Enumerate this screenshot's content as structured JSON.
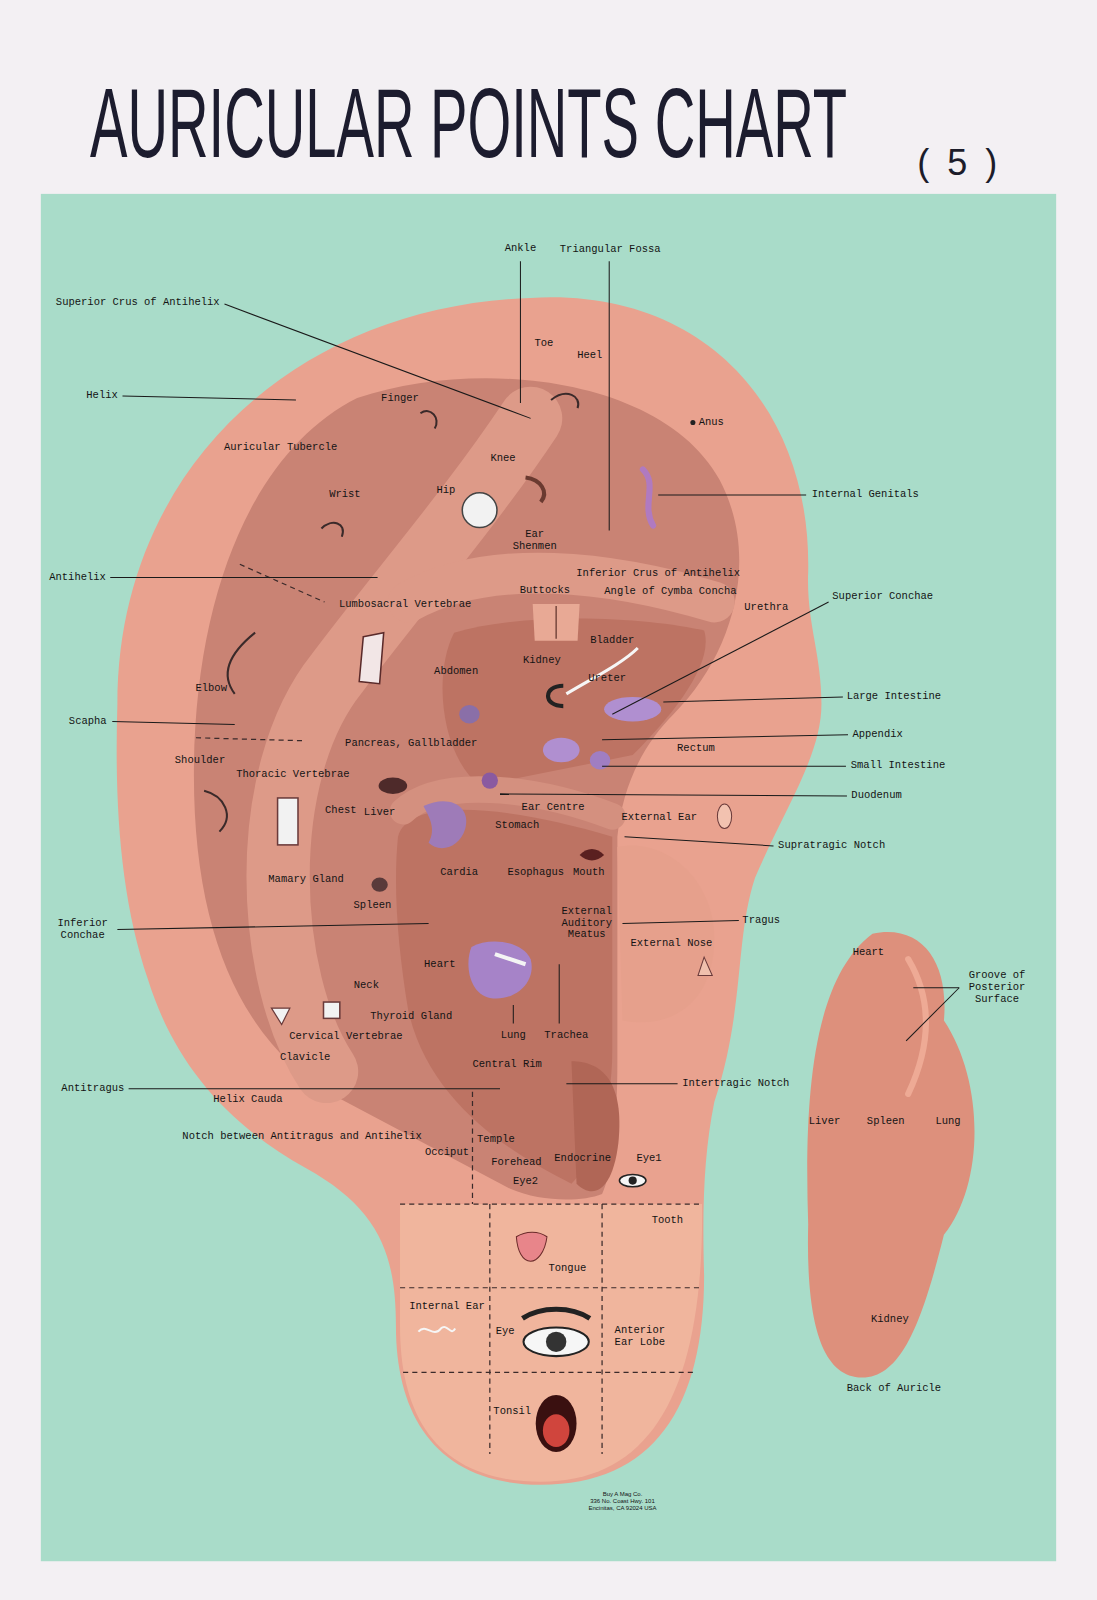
{
  "diagram": {
    "title": "AURICULAR POINTS CHART",
    "labels": [
      "( 5 )",
      "Ankle",
      "Triangular Fossa",
      "Superior Crus of Antihelix",
      "Toe",
      "Heel",
      "Helix",
      "Finger",
      "Anus",
      "Auricular Tubercle",
      "Knee",
      "Internal Genitals",
      "Wrist",
      "Hip",
      "Ear Shenmen",
      "Antihelix",
      "Buttocks",
      "Inferior Crus of Antihelix",
      "Angle of Cymba Concha",
      "Superior Conchae",
      "Lumbosacral Vertebrae",
      "Urethra",
      "Bladder",
      "Kidney",
      "Abdomen",
      "Elbow",
      "Ureter",
      "Large Intestine",
      "Scapha",
      "Pancreas, Gallbladder",
      "Appendix",
      "Rectum",
      "Small Intestine",
      "Shoulder",
      "Thoracic Vertebrae",
      "Duodenum",
      "Chest",
      "Liver",
      "Ear Centre",
      "Stomach",
      "External Ear",
      "Supratragic Notch",
      "Mamary Gland",
      "Cardia",
      "Esophagus",
      "Mouth",
      "Spleen",
      "External Auditory Meatus",
      "Tragus",
      "Inferior Conchae",
      "External Nose",
      "Heart",
      "Neck",
      "Thyroid Gland",
      "Cervical Vertebrae",
      "Clavicle",
      "Lung",
      "Trachea",
      "Central Rim",
      "Intertragic Notch",
      "Antitragus",
      "Helix Cauda",
      "Notch between Antitragus and Antihelix",
      "Occiput",
      "Temple",
      "Forehead",
      "Endocrine",
      "Eye1",
      "Eye2",
      "Tooth",
      "Tongue",
      "Internal Ear",
      "Eye",
      "Anterior Ear Lobe",
      "Tonsil",
      "Heart",
      "Groove of Posterior Surface",
      "Liver",
      "Spleen",
      "Lung",
      "Kidney",
      "Back of Auricle",
      "Buy A Mag Co.",
      "336 No. Coast Hwy. 101",
      "Encinitas, CA 92024 USA"
    ]
  }
}
